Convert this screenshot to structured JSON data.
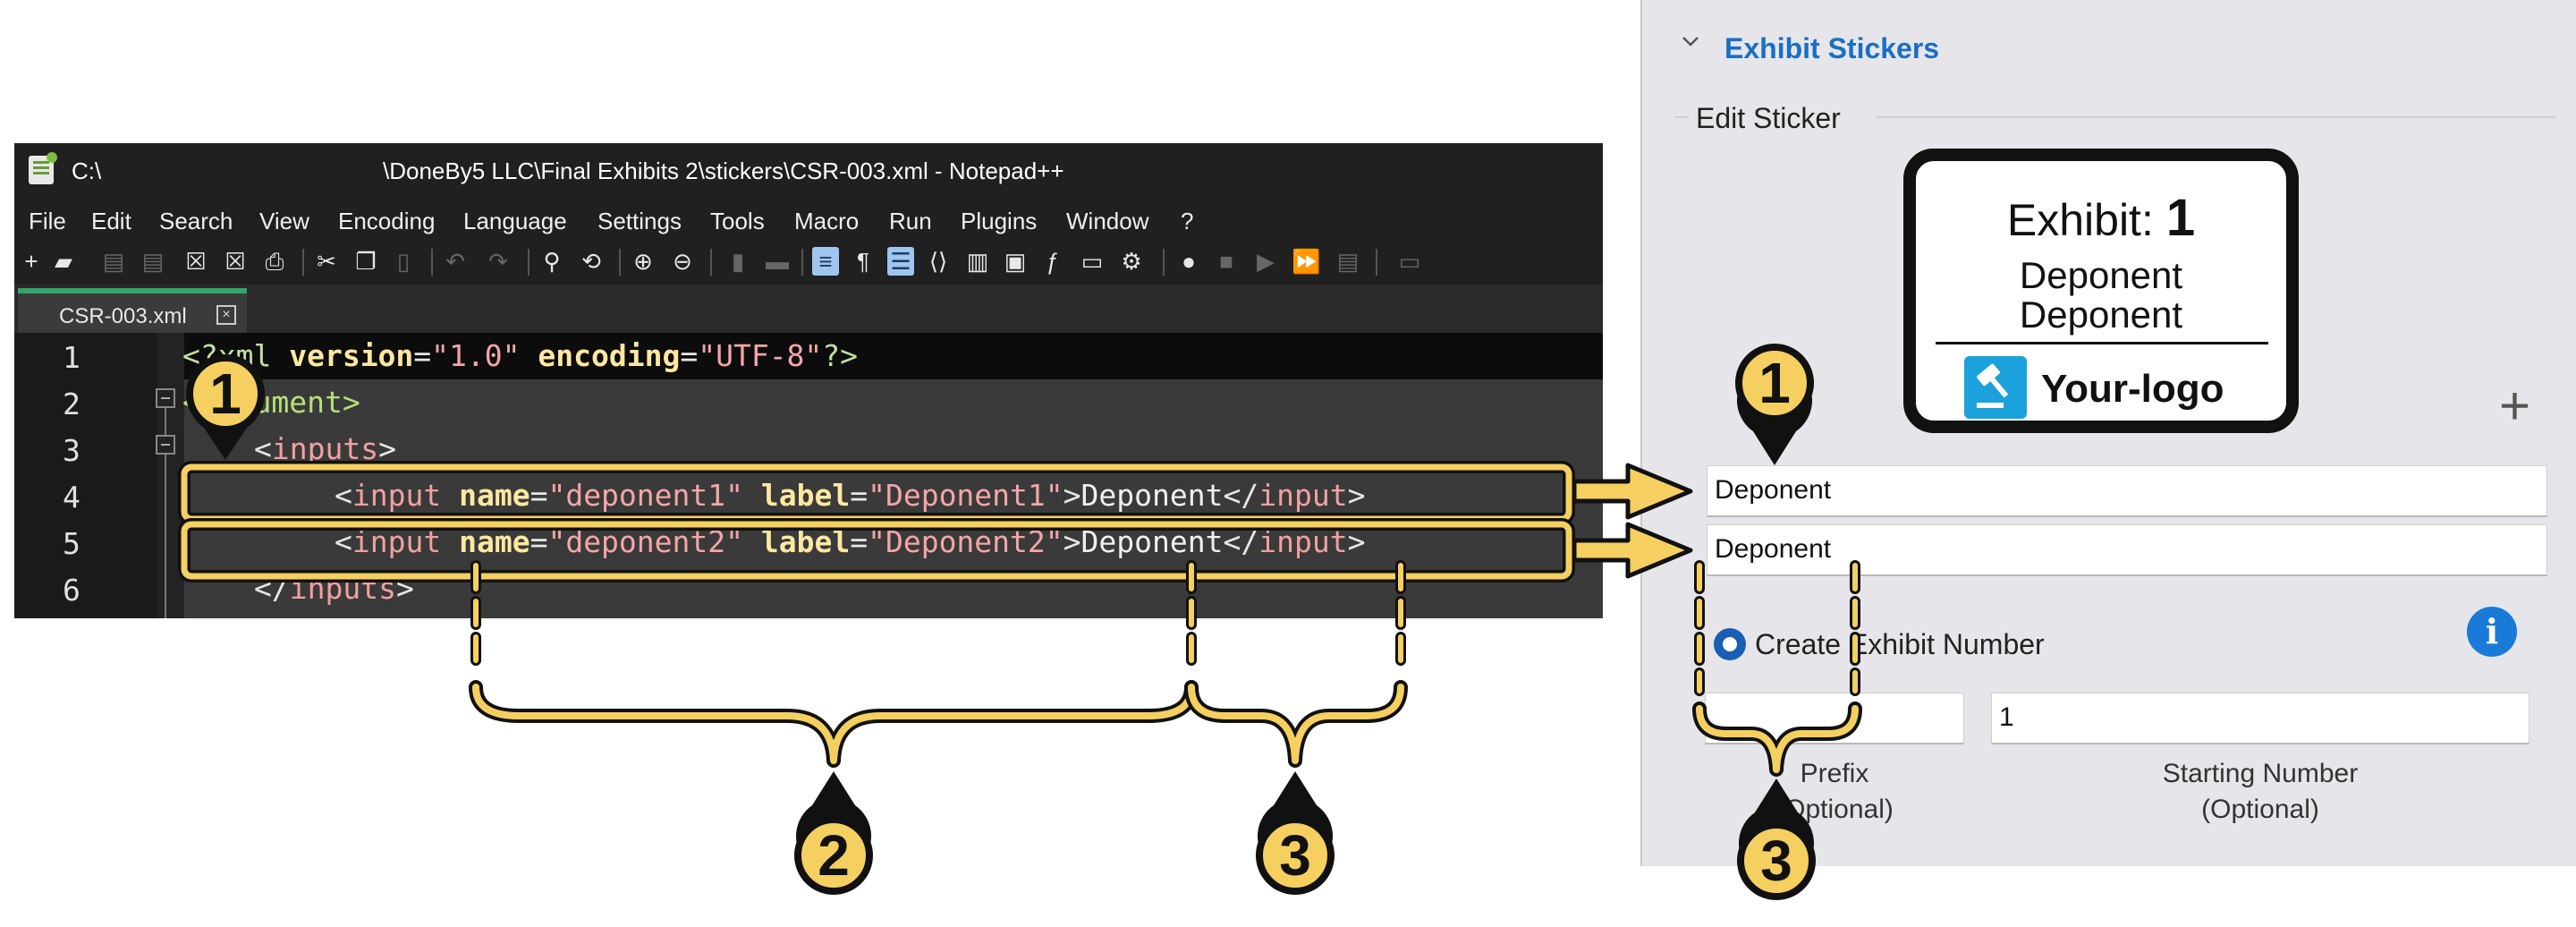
{
  "notepad": {
    "title_path_start": "C:\\",
    "title_main": "\\DoneBy5 LLC\\Final Exhibits 2\\stickers\\CSR-003.xml - Notepad++",
    "menu": [
      "File",
      "Edit",
      "Search",
      "View",
      "Encoding",
      "Language",
      "Settings",
      "Tools",
      "Macro",
      "Run",
      "Plugins",
      "Window",
      "?"
    ],
    "tab_label": "CSR-003.xml",
    "tab_close": "×",
    "line_numbers": [
      "1",
      "2",
      "3",
      "4",
      "5",
      "6"
    ],
    "code": {
      "l1_a": "<?xml ",
      "l1_b": "version",
      "l1_c": "=",
      "l1_d": "\"1.0\"",
      "l1_e": " ",
      "l1_f": "encoding",
      "l1_g": "=",
      "l1_h": "\"UTF-8\"",
      "l1_i": "?>",
      "l2_a": "<",
      "l2_b": "document",
      "l2_c": ">",
      "l3_a": "<",
      "l3_b": "inputs",
      "l3_c": ">",
      "l4_a": "<",
      "l4_b": "input",
      "l4_c": " ",
      "l4_d": "name",
      "l4_e": "=",
      "l4_f": "\"deponent1\"",
      "l4_g": " ",
      "l4_h": "label",
      "l4_i": "=",
      "l4_j": "\"Deponent1\"",
      "l4_k": ">",
      "l4_l": "Deponent",
      "l4_m": "</",
      "l4_n": "input",
      "l4_o": ">",
      "l5_a": "<",
      "l5_b": "input",
      "l5_c": " ",
      "l5_d": "name",
      "l5_e": "=",
      "l5_f": "\"deponent2\"",
      "l5_g": " ",
      "l5_h": "label",
      "l5_i": "=",
      "l5_j": "\"Deponent2\"",
      "l5_k": ">",
      "l5_l": "Deponent",
      "l5_m": "</",
      "l5_n": "input",
      "l5_o": ">",
      "l6_a": "</",
      "l6_b": "inputs",
      "l6_c": ">"
    }
  },
  "panel": {
    "section_title": "Exhibit Stickers",
    "group_title": "Edit Sticker",
    "sticker": {
      "exhibit_label": "Exhibit:",
      "exhibit_number": "1",
      "line1": "Deponent",
      "line2": "Deponent",
      "logo_text": "Your-logo"
    },
    "add_button": "+",
    "deponent_field_1": "Deponent",
    "deponent_field_2": "Deponent",
    "radio_label": "Create Exhibit Number",
    "info_icon": "i",
    "prefix_value": "",
    "start_number_value": "1",
    "prefix_caption_1": "Prefix",
    "prefix_caption_2": "(Optional)",
    "start_caption_1": "Starting Number",
    "start_caption_2": "(Optional)"
  },
  "annotations": {
    "badge_1_left": "1",
    "badge_1_right": "1",
    "badge_2": "2",
    "badge_3_mid": "3",
    "badge_3_right": "3",
    "highlight_color": "#f5d060",
    "outline_color": "#111111"
  },
  "icons": [
    "new-file-icon",
    "open-icon",
    "save-icon",
    "save-all-icon",
    "close-icon",
    "close-all-icon",
    "print-icon",
    "cut-icon",
    "copy-icon",
    "paste-icon",
    "undo-icon",
    "redo-icon",
    "find-icon",
    "replace-icon",
    "zoom-in-icon",
    "zoom-out-icon",
    "word-wrap-icon",
    "show-all-chars-icon",
    "indent-guide-icon",
    "record-macro-icon",
    "stop-macro-icon",
    "play-macro-icon"
  ]
}
